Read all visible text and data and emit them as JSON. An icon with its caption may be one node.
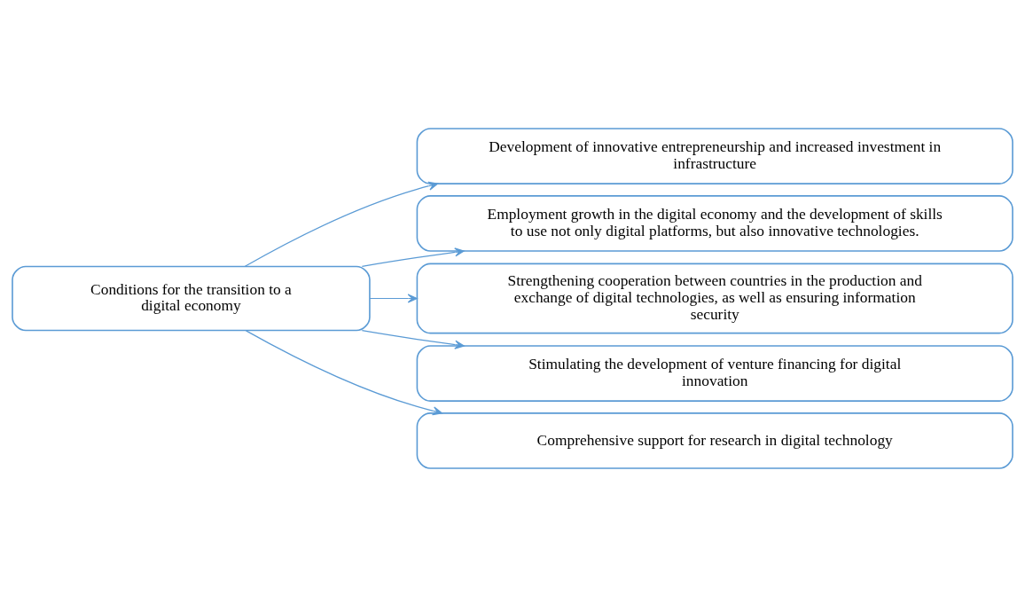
{
  "diagram": {
    "nodes": [
      {
        "text": [
          "Conditions for the transition to a digital economy"
        ]
      },
      {
        "text": [
          "Development of innovative entrepreneurship and increased investment in infrastructure"
        ]
      },
      {
        "text": [
          "Employment growth in the digital economy and the development of skills to use not only digital platforms, but also innovative technologies."
        ]
      },
      {
        "text": [
          "Strengthening cooperation between countries in the production and exchange of digital technologies, as well as ensuring information security"
        ]
      },
      {
        "text": [
          "Stimulating the development of venture financing for digital innovation"
        ]
      },
      {
        "text": [
          "Comprehensive support for research in digital technology"
        ]
      }
    ],
    "edges": [
      {
        "from": 0,
        "to": 1,
        "arrow": "to"
      },
      {
        "from": 0,
        "to": 2,
        "arrow": "to"
      },
      {
        "from": 0,
        "to": 3,
        "arrow": "to"
      },
      {
        "from": 0,
        "to": 4,
        "arrow": "to"
      },
      {
        "from": 0,
        "to": 5,
        "arrow": "to"
      }
    ]
  }
}
